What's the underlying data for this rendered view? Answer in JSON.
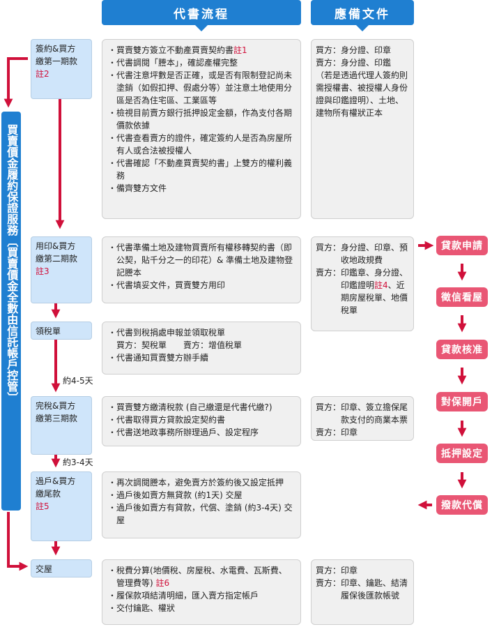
{
  "headers": {
    "process": "代書流程",
    "documents": "應備文件"
  },
  "side_label": "買賣價金履約保證服務〔買賣價金全數由信託帳戶控管〕",
  "gaps": {
    "g1": "約4-5天",
    "g2": "約3-4天"
  },
  "steps": [
    {
      "lines": [
        "簽約&買方",
        "繳第一期款"
      ],
      "note": "註2"
    },
    {
      "lines": [
        "用印&買方",
        "繳第二期款"
      ],
      "note": "註3"
    },
    {
      "lines": [
        "領稅單"
      ],
      "note": ""
    },
    {
      "lines": [
        "完稅&買方",
        "繳第三期款"
      ],
      "note": ""
    },
    {
      "lines": [
        "過戶&買方",
        "繳尾款"
      ],
      "note": "註5"
    },
    {
      "lines": [
        "交屋"
      ],
      "note": ""
    }
  ],
  "process": {
    "p1": {
      "i1": "買賣雙方簽立不動產買賣契約書",
      "i1n": "註1",
      "i2": "代書調閱「謄本」，確認產權完整",
      "i3": "代書注意坪數是否正確，或是否有限制登記尚未塗銷（如假扣押、假處分等）並注意土地使用分區是否為住宅區、工業區等",
      "i4": "檢視目前賣方銀行抵押設定金額，作為支付各期價款依據",
      "i5": "代書查看賣方的證件，確定簽約人是否為房屋所有人或合法被授權人",
      "i6": "代書確認「不動產買賣契約書」上雙方的權利義務",
      "i7": "備齊雙方文件"
    },
    "p2": {
      "i1": "代書準備土地及建物買賣所有權移轉契約書（即公契，貼千分之一的印花）& 準備土地及建物登記謄本",
      "i2": "代書填妥文件，買賣雙方用印"
    },
    "p3": {
      "i1": "代書到稅捐處申報並領取稅單",
      "i1a": "買方：契稅單　　賣方：增值稅單",
      "i2": "代書通知買賣雙方辦手續"
    },
    "p4": {
      "i1": "買賣雙方繳清稅款 (自己繳還是代書代繳?)",
      "i2": "代書取得買方貸款設定契約書",
      "i3": "代書送地政事務所辦理過戶、設定程序"
    },
    "p5": {
      "i1": "再次調閱謄本，避免賣方於簽約後又設定抵押",
      "i2": "過戶後如賣方無貸款 (約1天) 交屋",
      "i3": "過戶後如賣方有貸款，代償、塗銷 (約3-4天) 交屋"
    },
    "p6": {
      "i1": "稅費分算(地價稅、房屋稅、水電費、瓦斯費、管理費等)",
      "i1n": "註6",
      "i2": "履保款項結清明細，匯入賣方指定帳戶",
      "i3": "交付鑰匙、權狀"
    }
  },
  "documents": {
    "d1": {
      "buyer_label": "買方：",
      "buyer": "身分證、印章",
      "seller_label": "賣方：",
      "seller": "身分證、印鑑",
      "extra": "（若是透過代理人簽約則需授權書、被授權人身份證與印鑑證明）、土地、建物所有權狀正本"
    },
    "d2": {
      "buyer_label": "買方：",
      "buyer": "身分證、印章、預收地政規費",
      "seller_label": "賣方：",
      "seller_a": "印鑑章、身分證、印鑑證明",
      "seller_n": "註4",
      "seller_b": "、近期房屋稅單、地價稅單"
    },
    "d4": {
      "buyer_label": "買方：",
      "buyer": "印章、簽立擔保尾款支付的商業本票",
      "seller_label": "賣方：",
      "seller": "印章"
    },
    "d6": {
      "buyer_label": "買方：",
      "buyer": "印章",
      "seller_label": "賣方：",
      "seller": "印章、鑰匙、結清履保後匯款帳號"
    }
  },
  "loan_flow": [
    "貸款申請",
    "徵信看屋",
    "貸款核准",
    "對保開戶",
    "抵押設定",
    "撥款代償"
  ],
  "colors": {
    "blue": "#1f7fd1",
    "step_fill": "#cfe5fa",
    "red": "#d0103a",
    "pill": "#e95674",
    "box": "#f0f0f0"
  }
}
